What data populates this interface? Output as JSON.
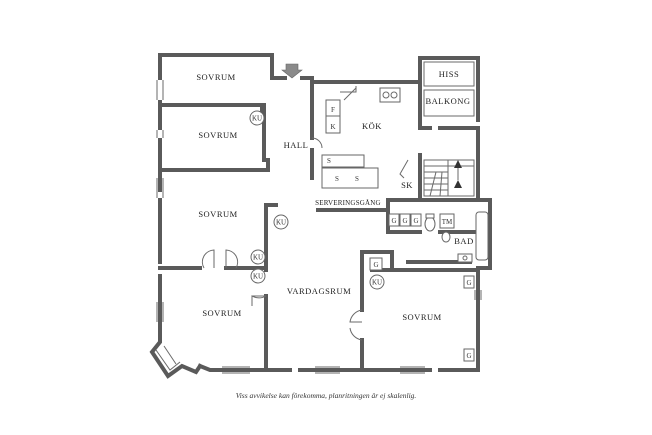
{
  "rooms": {
    "sovrum_a": "SOVRUM",
    "sovrum_b": "SOVRUM",
    "sovrum_c": "SOVRUM",
    "sovrum_d": "SOVRUM",
    "sovrum_e": "SOVRUM",
    "hall": "HALL",
    "kok": "KÖK",
    "vardagsrum": "VARDAGSRUM",
    "serveringsgang": "SERVERINGSGÅNG",
    "bad": "BAD",
    "balkong": "BALKONG",
    "hiss": "HISS",
    "sk": "SK"
  },
  "fixtures": {
    "ku": "KU",
    "f": "F",
    "k": "K",
    "s": "S",
    "g": "G",
    "tm": "TM"
  },
  "footer": {
    "disclaimer": "Viss avvikelse kan förekomma, planritningen är ej skalenlig."
  },
  "colors": {
    "wall": "#5a5a5a",
    "text": "#222222",
    "background": "#ffffff"
  }
}
